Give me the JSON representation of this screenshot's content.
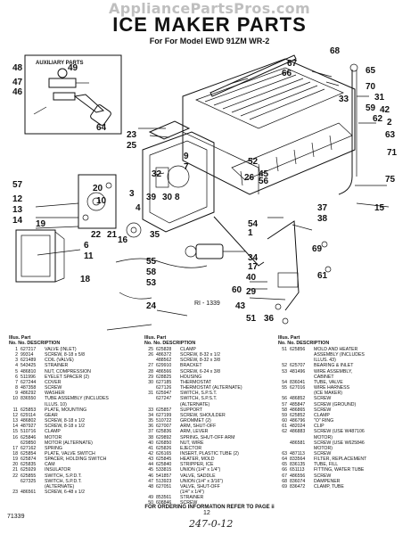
{
  "watermark": "AppliancePartsPros.com",
  "title": "ICE MAKER PARTS",
  "subtitle": "For For Model EWD 91ZM WR-2",
  "diagram": {
    "inset_label": "AUXILIARY PARTS",
    "ref_label": "RI - 1339",
    "callouts": [
      "48",
      "49",
      "47",
      "46",
      "64",
      "68",
      "67",
      "66",
      "65",
      "70",
      "31",
      "33",
      "59",
      "42",
      "62",
      "2",
      "63",
      "23",
      "25",
      "71",
      "75",
      "9",
      "7",
      "52",
      "45",
      "32",
      "26",
      "56",
      "57",
      "12",
      "13",
      "14",
      "20",
      "10",
      "3",
      "39",
      "30",
      "8",
      "4",
      "37",
      "15",
      "38",
      "19",
      "54",
      "1",
      "22",
      "21",
      "16",
      "35",
      "6",
      "69",
      "11",
      "55",
      "58",
      "53",
      "34",
      "17",
      "40",
      "61",
      "18",
      "60",
      "29",
      "24",
      "43",
      "51",
      "36"
    ]
  },
  "table": {
    "headers": {
      "illus": "Illus.",
      "no": "No.",
      "part": "Part",
      "desc": "DESCRIPTION"
    },
    "columns": [
      [
        [
          "1",
          "627217",
          "VALVE (INLET)"
        ],
        [
          "2",
          "99314",
          "SCREW, 8-18 x 5/8"
        ],
        [
          "3",
          "621489",
          "COIL (VALVE)"
        ],
        [
          "4",
          "543425",
          "STRAINER"
        ],
        [
          "5",
          "486810",
          "NUT, COMPRESSION"
        ],
        [
          "6",
          "511996",
          "EYELET SPACER (2)"
        ],
        [
          "7",
          "627244",
          "COVER"
        ],
        [
          "8",
          "487358",
          "SCREW"
        ],
        [
          "9",
          "486292",
          "WASHER"
        ],
        [
          "10",
          "836550",
          "TUBE ASSEMBLY (INCLUDES"
        ],
        [
          "",
          "",
          "ILLUS. 10)"
        ],
        [
          "11",
          "625853",
          "PLATE, MOUNTING"
        ],
        [
          "12",
          "629114",
          "GEAR"
        ],
        [
          "13",
          "486802",
          "SCREW, 8-18 x 1/2"
        ],
        [
          "14",
          "487927",
          "SCREW, 8-18 x 1/2"
        ],
        [
          "15",
          "510716",
          "CLAMP"
        ],
        [
          "16",
          "625846",
          "MOTOR"
        ],
        [
          "",
          "629850",
          "MOTOR (ALTERNATE)"
        ],
        [
          "17",
          "627162",
          "SPRING"
        ],
        [
          "18",
          "625854",
          "PLATE, VALVE SWITCH"
        ],
        [
          "19",
          "625874",
          "SPACER, HOLDING SWITCH"
        ],
        [
          "20",
          "625835",
          "CAM"
        ],
        [
          "21",
          "625929",
          "INSULATOR"
        ],
        [
          "22",
          "625855",
          "SWITCH, S.P.D.T."
        ],
        [
          "",
          "627325",
          "SWITCH, S.P.D.T."
        ],
        [
          "",
          "",
          "(ALTERNATE)"
        ],
        [
          "23",
          "486561",
          "SCREW, 6-48 x 1/2"
        ]
      ],
      [
        [
          "25",
          "625828",
          "CLAMP"
        ],
        [
          "26",
          "486372",
          "SCREW, 8-32 x 1/2"
        ],
        [
          "",
          "488562",
          "SCREW, 8-32 x 3/8"
        ],
        [
          "27",
          "629910",
          "BRACKET"
        ],
        [
          "28",
          "486566",
          "SCREW, 6-24 x 3/8"
        ],
        [
          "29",
          "628825",
          "HOUSING"
        ],
        [
          "30",
          "627185",
          "THERMOSTAT"
        ],
        [
          "",
          "627126",
          "THERMOSTAT (ALTERNATE)"
        ],
        [
          "31",
          "625947",
          "SWITCH, S.P.S.T."
        ],
        [
          "",
          "627247",
          "SWITCH, S.P.S.T."
        ],
        [
          "",
          "",
          "(ALTERNATE)"
        ],
        [
          "33",
          "625857",
          "SUPPORT"
        ],
        [
          "34",
          "627199",
          "SCREW, SHOULDER"
        ],
        [
          "35",
          "510722",
          "GROMMET (2)"
        ],
        [
          "36",
          "627007",
          "ARM, SHUT-OFF"
        ],
        [
          "37",
          "625836",
          "ARM, LEVER"
        ],
        [
          "38",
          "629892",
          "SPRING, SHUT-OFF ARM"
        ],
        [
          "40",
          "626850",
          "NUT, WIRE"
        ],
        [
          "41",
          "625826",
          "EJECTOR"
        ],
        [
          "42",
          "626165",
          "INSERT, PLASTIC TUBE (2)"
        ],
        [
          "43",
          "625845",
          "HEATER, MOLD"
        ],
        [
          "44",
          "625840",
          "STRIPPER, ICE"
        ],
        [
          "45",
          "533815",
          "UNION (1/4\" x 1/4\")"
        ],
        [
          "46",
          "541857",
          "VALVE, SADDLE"
        ],
        [
          "47",
          "513923",
          "UNION (1/4\" x 3/16\")"
        ],
        [
          "48",
          "627051",
          "VALVE, SHUT-OFF"
        ],
        [
          "",
          "",
          "(1/4\" x 1/4\")"
        ],
        [
          "49",
          "853561",
          "STRAINER"
        ],
        [
          "50",
          "608846",
          "SCREW"
        ]
      ],
      [
        [
          "51",
          "625856",
          "MOLD AND HEATER"
        ],
        [
          "",
          "",
          "ASSEMBLY (INCLUDES"
        ],
        [
          "",
          "",
          "ILLUS. 43)"
        ],
        [
          "52",
          "625707",
          "BEARING & INLET"
        ],
        [
          "53",
          "481496",
          "WIRE ASSEMBLY,"
        ],
        [
          "",
          "",
          "CABINET"
        ],
        [
          "54",
          "836041",
          "TUBE, VALVE"
        ],
        [
          "55",
          "627016",
          "WIRE HARNESS"
        ],
        [
          "",
          "",
          "(ICE MAKER)"
        ],
        [
          "56",
          "486852",
          "SCREW"
        ],
        [
          "57",
          "485847",
          "SCREW (GROUND)"
        ],
        [
          "58",
          "486865",
          "SCREW"
        ],
        [
          "59",
          "625852",
          "CLAMP"
        ],
        [
          "60",
          "486796",
          "\"O\" RING"
        ],
        [
          "61",
          "482024",
          "CLIP"
        ],
        [
          "62",
          "486883",
          "SCREW (USE W487106"
        ],
        [
          "",
          "",
          "MOTOR)"
        ],
        [
          "",
          "486581",
          "SCREW (USE W625846"
        ],
        [
          "",
          "",
          "MOTOR)"
        ],
        [
          "63",
          "487113",
          "SCREW"
        ],
        [
          "64",
          "833564",
          "FILTER, REPLACEMENT"
        ],
        [
          "65",
          "836135",
          "TUBE, FILL"
        ],
        [
          "66",
          "651113",
          "FITTING, WATER TUBE"
        ],
        [
          "67",
          "486556",
          "SCREW"
        ],
        [
          "68",
          "836074",
          "DAMPENER"
        ],
        [
          "69",
          "836472",
          "CLAMP, TUBE"
        ]
      ]
    ]
  },
  "footer": {
    "note": "FOR ORDERING INFORMATION REFER TO PAGE ii",
    "doc_id": "71339",
    "page_number": "12",
    "handwritten": "247-0-12"
  }
}
